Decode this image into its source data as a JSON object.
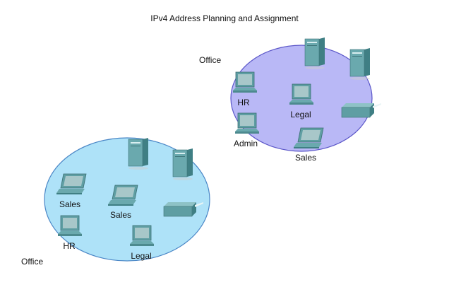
{
  "title": "IPv4 Address Planning and Assignment",
  "colors": {
    "office_a_fill": "#b9b8f6",
    "office_a_stroke": "#5a55c8",
    "office_b_fill": "#aee2f8",
    "office_b_stroke": "#4a86c6",
    "device_teal": "#5f9ea3"
  },
  "offices": [
    {
      "label": "Office",
      "devices": [
        {
          "icon": "server-icon",
          "label": ""
        },
        {
          "icon": "server-icon",
          "label": ""
        },
        {
          "icon": "desktop-icon",
          "label": "HR"
        },
        {
          "icon": "desktop-icon",
          "label": "Legal"
        },
        {
          "icon": "printer-icon",
          "label": ""
        },
        {
          "icon": "desktop-icon",
          "label": "Admin"
        },
        {
          "icon": "laptop-icon",
          "label": "Sales"
        }
      ]
    },
    {
      "label": "Office",
      "devices": [
        {
          "icon": "server-icon",
          "label": ""
        },
        {
          "icon": "server-icon",
          "label": ""
        },
        {
          "icon": "laptop-icon",
          "label": "Sales"
        },
        {
          "icon": "laptop-icon",
          "label": "Sales"
        },
        {
          "icon": "printer-icon",
          "label": ""
        },
        {
          "icon": "desktop-icon",
          "label": "HR"
        },
        {
          "icon": "desktop-icon",
          "label": "Legal"
        }
      ]
    }
  ]
}
